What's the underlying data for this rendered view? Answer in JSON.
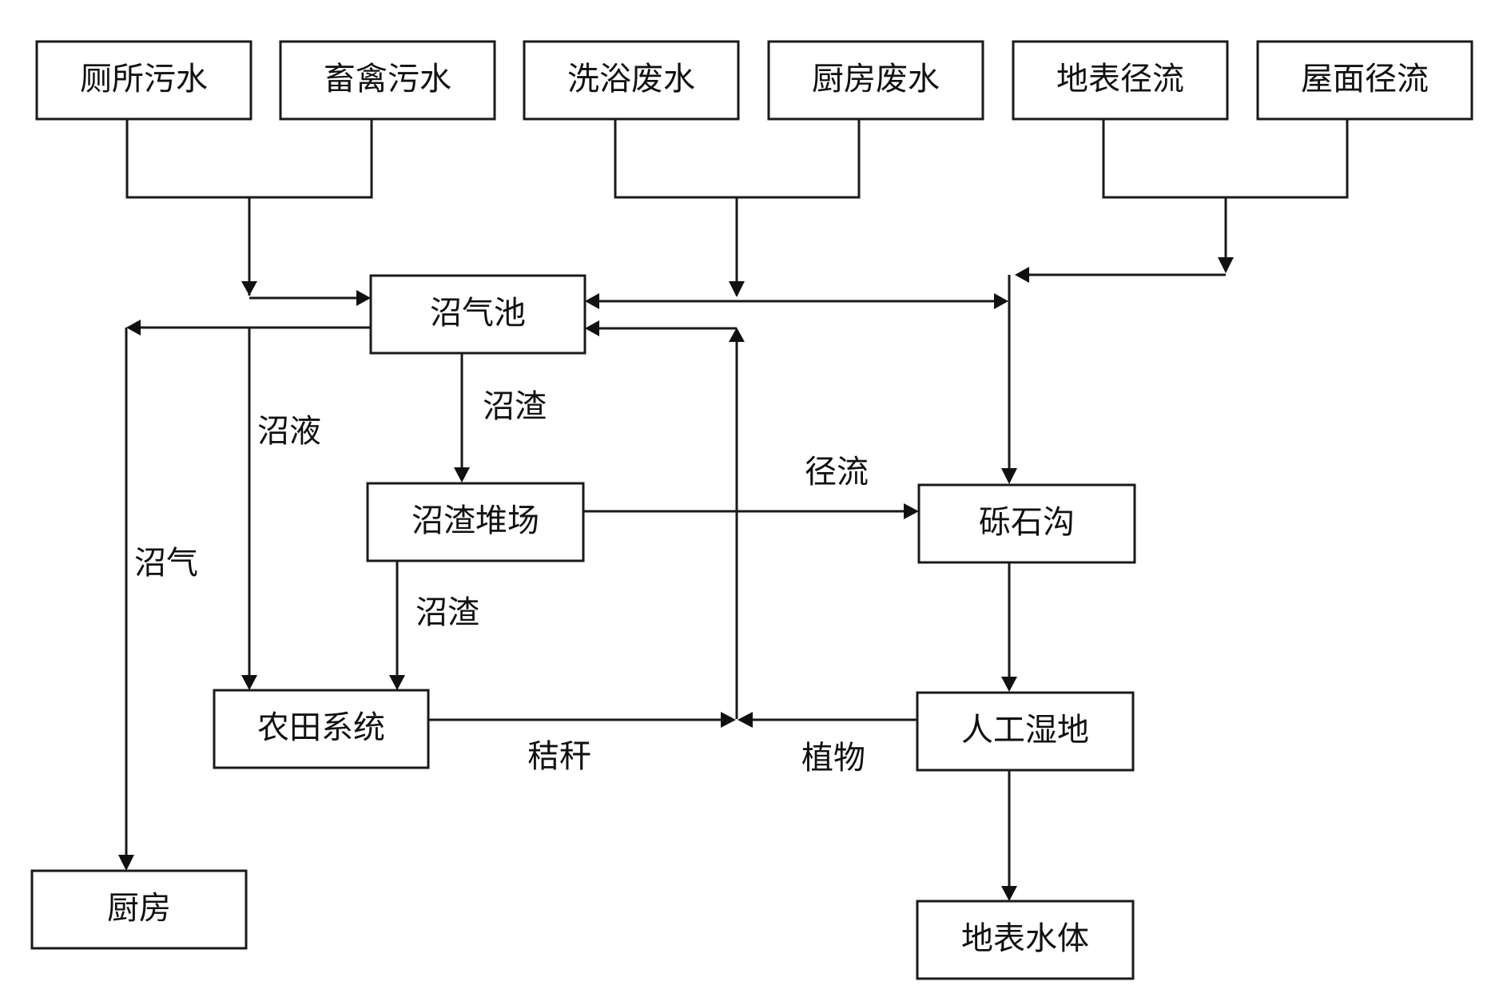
{
  "nodes": {
    "toilet": "厕所污水",
    "livestock": "畜禽污水",
    "bathing": "洗浴废水",
    "kitchen_waste": "厨房废水",
    "surface_runoff": "地表径流",
    "roof_runoff": "屋面径流",
    "biogas_tank": "沼气池",
    "residue_yard": "沼渣堆场",
    "gravel_ditch": "砾石沟",
    "farmland": "农田系统",
    "wetland": "人工湿地",
    "kitchen": "厨房",
    "surface_water": "地表水体"
  },
  "labels": {
    "residue_1": "沼渣",
    "slurry": "沼液",
    "biogas": "沼气",
    "runoff": "径流",
    "residue_2": "沼渣",
    "straw": "秸秆",
    "plants": "植物"
  }
}
